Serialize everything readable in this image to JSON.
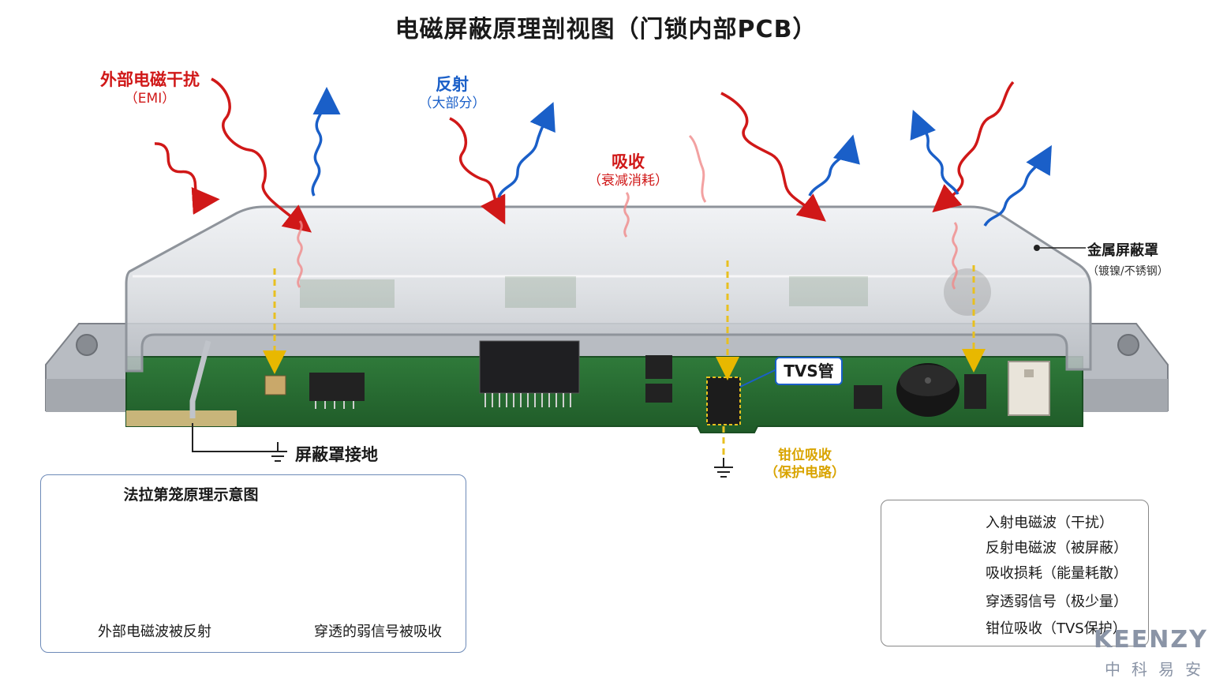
{
  "title": "电磁屏蔽原理剖视图（门锁内部PCB）",
  "labels": {
    "emi_main": "外部电磁干扰",
    "emi_sub": "（EMI）",
    "reflect_main": "反射",
    "reflect_sub": "（大部分）",
    "absorb_main": "吸收",
    "absorb_sub": "（衰减消耗）",
    "shield_main": "金属屏蔽罩",
    "shield_sub": "（镀镍/不锈钢）",
    "ground": "屏蔽罩接地",
    "tvs": "TVS管",
    "clamp_main": "钳位吸收",
    "clamp_sub": "（保护电路）"
  },
  "inset": {
    "title": "法拉第笼原理示意图",
    "caption_left": "外部电磁波被反射",
    "caption_right": "穿透的弱信号被吸收"
  },
  "legend": [
    {
      "label": "入射电磁波（干扰）",
      "icon": "red-wave-arrow",
      "color": "#d01818"
    },
    {
      "label": "反射电磁波（被屏蔽）",
      "icon": "blue-wave-arrow",
      "color": "#1a5fc8"
    },
    {
      "label": "吸收损耗（能量耗散）",
      "icon": "faded-red-wave",
      "color": "#f08a8a"
    },
    {
      "label": "穿透弱信号（极少量）",
      "icon": "dashed-yellow-arrow",
      "color": "#e8c020"
    },
    {
      "label": "钳位吸收（TVS保护）",
      "icon": "yellow-down-arrow",
      "color": "#e8b800"
    }
  ],
  "brand": {
    "name": "KEENZY",
    "cn": "中科易安"
  },
  "colors": {
    "incident": "#d01818",
    "reflected": "#1a5fc8",
    "leak": "#e8c020",
    "pcb": "#2f7a3a",
    "shield": "#c9ccd1"
  }
}
